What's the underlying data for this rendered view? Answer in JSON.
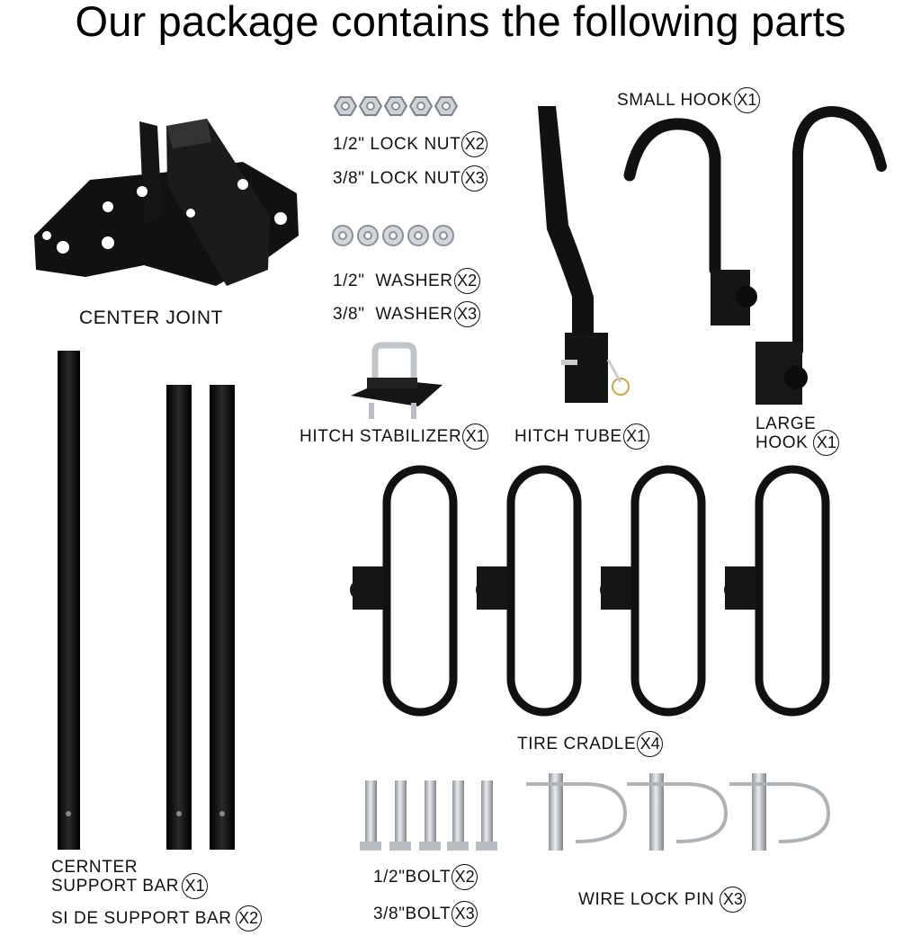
{
  "title": "Our package contains the following parts",
  "parts": {
    "center_joint": {
      "label": "CENTER JOINT"
    },
    "lock_nut_half": {
      "label": "1/2\" LOCK NUT",
      "qty": "X2"
    },
    "lock_nut_three_eighths": {
      "label": "3/8\" LOCK NUT",
      "qty": "X3"
    },
    "washer_half": {
      "label": "1/2\"  WASHER",
      "qty": "X2"
    },
    "washer_three_eighths": {
      "label": "3/8\"  WASHER",
      "qty": "X3"
    },
    "hitch_stabilizer": {
      "label": "HITCH STABILIZER",
      "qty": "X1"
    },
    "hitch_tube": {
      "label": "HITCH TUBE",
      "qty": "X1"
    },
    "small_hook": {
      "label": "SMALL HOOK",
      "qty": "X1"
    },
    "large_hook": {
      "label_line1": "LARGE",
      "label_line2": "HOOK",
      "qty": "X1"
    },
    "tire_cradle": {
      "label": "TIRE CRADLE",
      "qty": "X4"
    },
    "center_support_bar": {
      "label_line1": "CERNTER",
      "label_line2": "SUPPORT BAR",
      "qty": "X1"
    },
    "side_support_bar": {
      "label": "SI DE SUPPORT BAR",
      "qty": "X2"
    },
    "bolt_half": {
      "label": "1/2\"BOLT",
      "qty": "X2"
    },
    "bolt_three_eighths": {
      "label": "3/8\"BOLT",
      "qty": "X3"
    },
    "wire_lock_pin": {
      "label": "WIRE LOCK PIN",
      "qty": "X3"
    }
  },
  "colors": {
    "metal_black": "#111111",
    "steel": "#c9cdd2",
    "background": "#ffffff"
  }
}
